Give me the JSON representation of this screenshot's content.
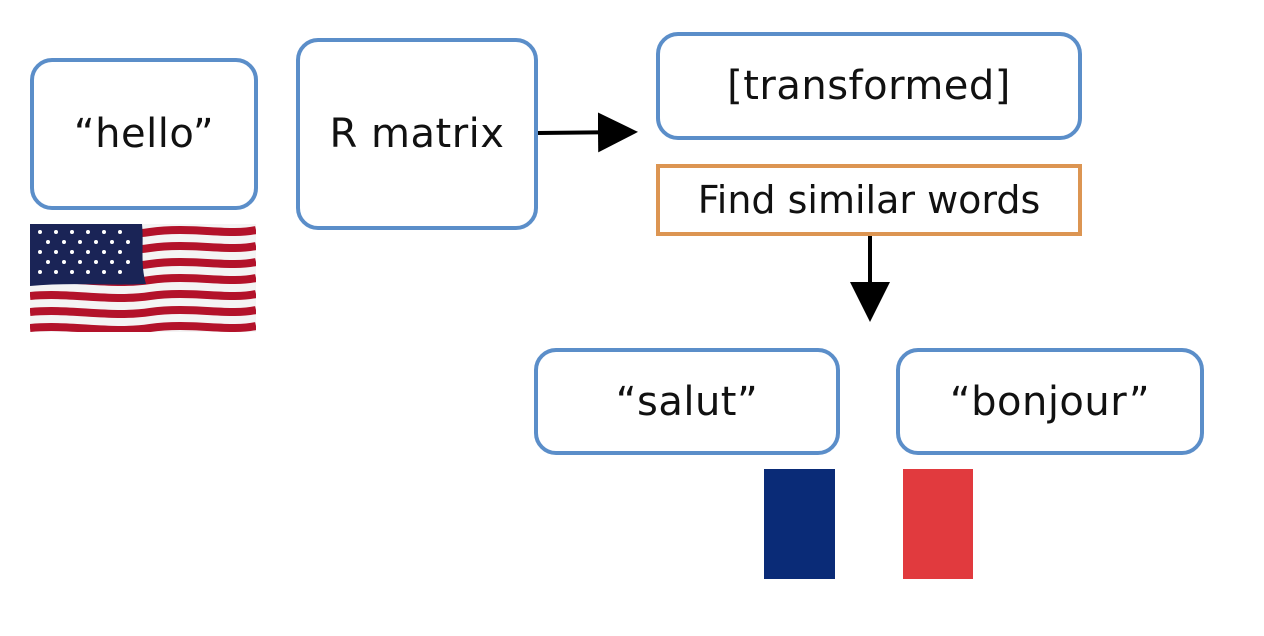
{
  "diagram": {
    "source_word": "“hello”",
    "matrix_label": "R matrix",
    "transformed_label": "[transformed]",
    "process_label": "Find similar words",
    "results": [
      "“salut”",
      "“bonjour”"
    ]
  },
  "icons": {
    "source_flag": "us-flag-icon",
    "target_flag": "french-flag-icon"
  },
  "colors": {
    "box_border": "#5b8ec9",
    "process_border": "#dc9552",
    "flag_blue": "#0a2b77",
    "flag_red": "#e13a3e"
  }
}
